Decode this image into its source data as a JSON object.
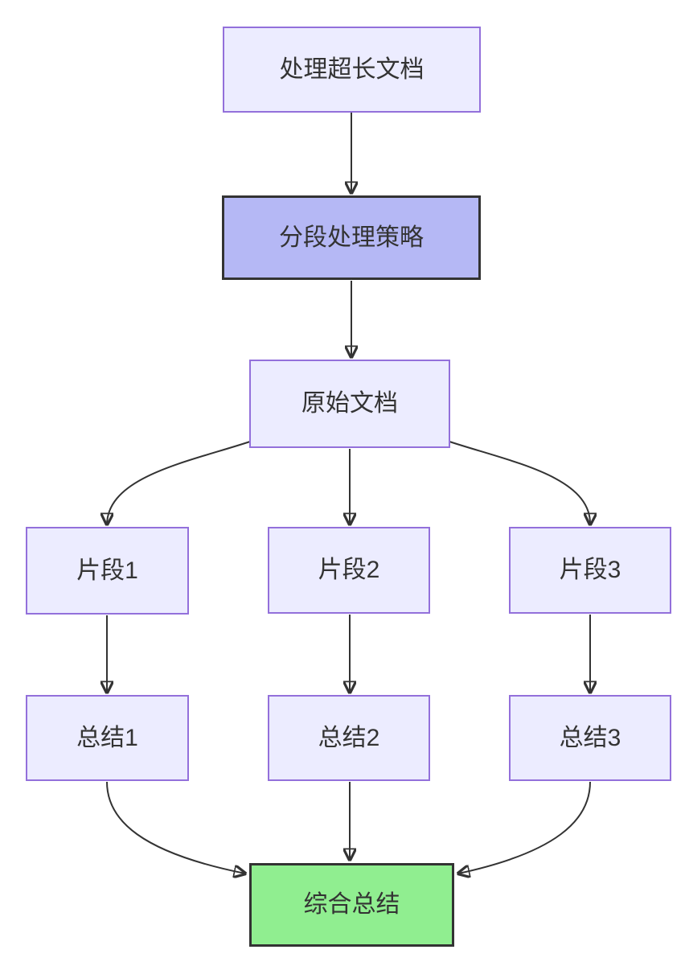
{
  "diagram": {
    "type": "flowchart",
    "direction": "top-down",
    "background_color": "#ffffff",
    "edge_color": "#333333",
    "text_color": "#333333",
    "colors": {
      "default_fill": "#ECECFF",
      "default_border": "#9370DB",
      "emphasis_fill": "#B5B8F5",
      "emphasis_border": "#333333",
      "success_fill": "#90EE90",
      "success_border": "#333333"
    }
  },
  "nodes": [
    {
      "id": "A",
      "label": "处理超长文档",
      "style": "default"
    },
    {
      "id": "B",
      "label": "分段处理策略",
      "style": "emphasis"
    },
    {
      "id": "C",
      "label": "原始文档",
      "style": "default"
    },
    {
      "id": "P1",
      "label": "片段1",
      "style": "default"
    },
    {
      "id": "P2",
      "label": "片段2",
      "style": "default"
    },
    {
      "id": "P3",
      "label": "片段3",
      "style": "default"
    },
    {
      "id": "S1",
      "label": "总结1",
      "style": "default"
    },
    {
      "id": "S2",
      "label": "总结2",
      "style": "default"
    },
    {
      "id": "S3",
      "label": "总结3",
      "style": "default"
    },
    {
      "id": "Z",
      "label": "综合总结",
      "style": "success"
    }
  ],
  "edges": [
    {
      "from": "处理超长文档",
      "to": "分段处理策略"
    },
    {
      "from": "分段处理策略",
      "to": "原始文档"
    },
    {
      "from": "原始文档",
      "to": "片段1"
    },
    {
      "from": "原始文档",
      "to": "片段2"
    },
    {
      "from": "原始文档",
      "to": "片段3"
    },
    {
      "from": "片段1",
      "to": "总结1"
    },
    {
      "from": "片段2",
      "to": "总结2"
    },
    {
      "from": "片段3",
      "to": "总结3"
    },
    {
      "from": "总结1",
      "to": "综合总结"
    },
    {
      "from": "总结2",
      "to": "综合总结"
    },
    {
      "from": "总结3",
      "to": "综合总结"
    }
  ]
}
